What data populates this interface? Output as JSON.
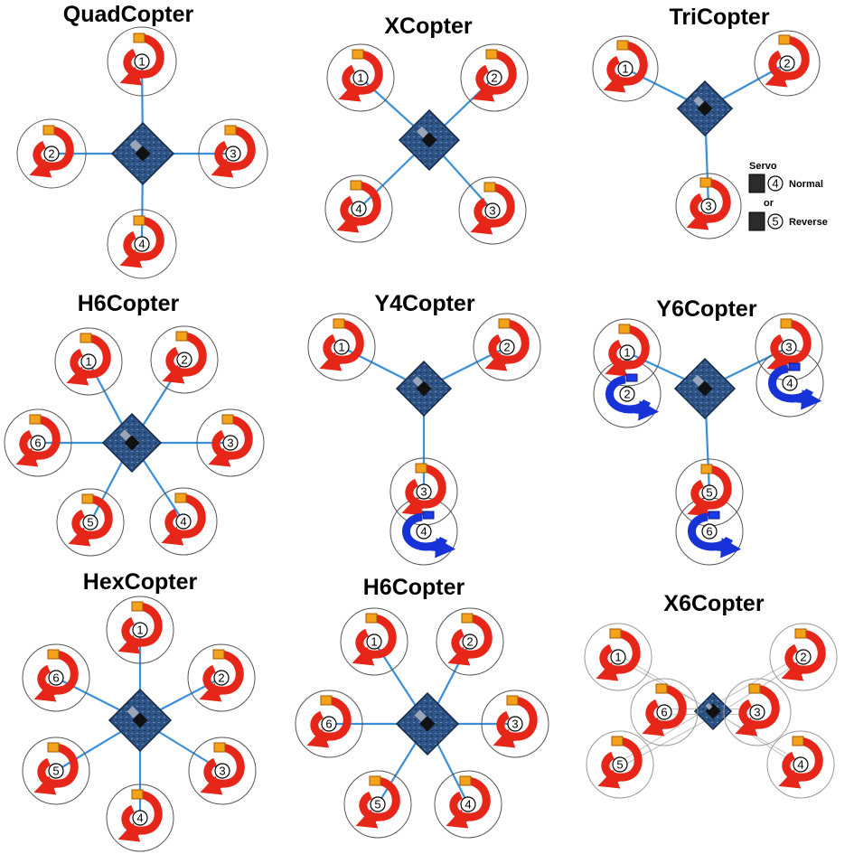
{
  "colors": {
    "arm": "#3a8fd8",
    "arm_thin": "#bcbcbc",
    "prop_cw": "#e52618",
    "prop_ccw": "#1732d6",
    "board": "#2b4a78",
    "ring": "#555555"
  },
  "diagrams": [
    {
      "title": "QuadCopter",
      "motors": [
        "1",
        "2",
        "3",
        "4"
      ],
      "directions": [
        "cw",
        "cw",
        "cw",
        "cw"
      ]
    },
    {
      "title": "XCopter",
      "motors": [
        "1",
        "2",
        "3",
        "4"
      ],
      "directions": [
        "cw",
        "cw",
        "cw",
        "cw"
      ]
    },
    {
      "title": "TriCopter",
      "motors": [
        "1",
        "2",
        "3"
      ],
      "directions": [
        "cw",
        "cw",
        "cw"
      ]
    },
    {
      "title": "H6Copter",
      "motors": [
        "1",
        "2",
        "3",
        "4",
        "5",
        "6"
      ],
      "directions": [
        "cw",
        "cw",
        "cw",
        "cw",
        "cw",
        "cw"
      ]
    },
    {
      "title": "Y4Copter",
      "motors": [
        "1",
        "2",
        "3",
        "4"
      ],
      "directions": [
        "cw",
        "cw",
        "cw",
        "ccw"
      ]
    },
    {
      "title": "Y6Copter",
      "motors": [
        "1",
        "2",
        "3",
        "4",
        "5",
        "6"
      ],
      "directions": [
        "cw",
        "ccw",
        "cw",
        "ccw",
        "cw",
        "ccw"
      ]
    },
    {
      "title": "HexCopter",
      "motors": [
        "1",
        "2",
        "3",
        "4",
        "5",
        "6"
      ],
      "directions": [
        "cw",
        "cw",
        "cw",
        "cw",
        "cw",
        "cw"
      ]
    },
    {
      "title": "H6Copter",
      "motors": [
        "1",
        "2",
        "3",
        "4",
        "5",
        "6"
      ],
      "directions": [
        "cw",
        "cw",
        "cw",
        "cw",
        "cw",
        "cw"
      ]
    },
    {
      "title": "X6Copter",
      "motors": [
        "1",
        "2",
        "3",
        "4",
        "5",
        "6"
      ],
      "directions": [
        "cw",
        "cw",
        "cw",
        "cw",
        "cw",
        "cw"
      ]
    }
  ],
  "servo_legend": {
    "heading": "Servo",
    "normal_number": "4",
    "normal_label": "Normal",
    "or_label": "or",
    "reverse_number": "5",
    "reverse_label": "Reverse"
  }
}
